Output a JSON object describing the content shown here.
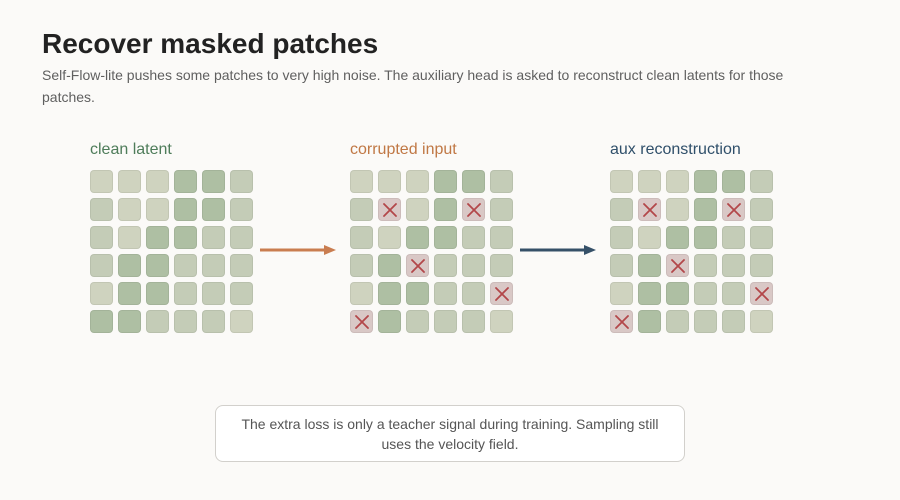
{
  "title": "Recover masked patches",
  "subtitle": "Self-Flow-lite pushes some patches to very high noise. The auxiliary head is asked to reconstruct clean latents for those patches.",
  "note": "The extra loss is only a teacher signal during training. Sampling still uses the velocity field.",
  "colors": {
    "shade_0": "#cfd3bf",
    "shade_1": "#c4ccb7",
    "shade_2": "#aebfa3",
    "masked_fill": "#d9c8c6",
    "mask_x": "#b3474a",
    "arrow_1": "#c97d50",
    "arrow_2": "#355068"
  },
  "shades": [
    [
      0,
      0,
      0,
      2,
      2,
      1
    ],
    [
      1,
      0,
      0,
      2,
      2,
      1
    ],
    [
      1,
      0,
      2,
      2,
      1,
      1
    ],
    [
      1,
      2,
      2,
      1,
      1,
      1
    ],
    [
      0,
      2,
      2,
      1,
      1,
      1
    ],
    [
      2,
      2,
      1,
      1,
      1,
      0
    ]
  ],
  "masked": [
    [
      1,
      1
    ],
    [
      1,
      4
    ],
    [
      3,
      2
    ],
    [
      4,
      5
    ],
    [
      5,
      0
    ]
  ],
  "panels": [
    {
      "label": "clean latent",
      "label_color": "#4e7c5a",
      "show_mask": false
    },
    {
      "label": "corrupted input",
      "label_color": "#c07845",
      "show_mask": true
    },
    {
      "label": "aux reconstruction",
      "label_color": "#2f4f6a",
      "show_mask": true
    }
  ]
}
